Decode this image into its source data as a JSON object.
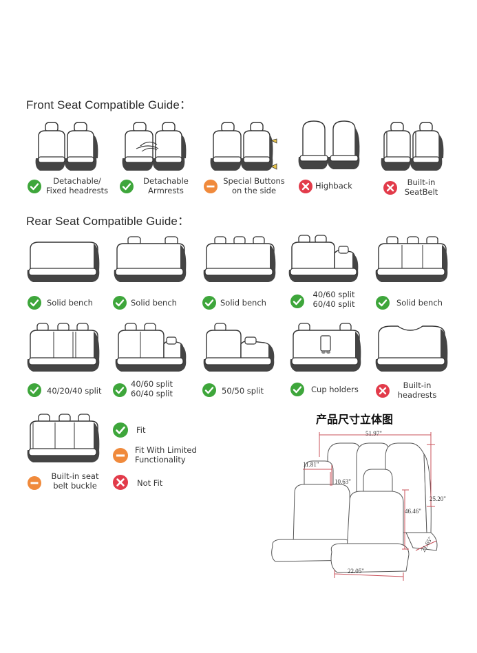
{
  "front": {
    "title": "Front Seat Compatible Guide：",
    "items": [
      {
        "label": "Detachable/\nFixed headrests",
        "status": "fit"
      },
      {
        "label": "Detachable\nArmrests",
        "status": "fit"
      },
      {
        "label": "Special Buttons\non the side",
        "status": "limited"
      },
      {
        "label": "Highback",
        "status": "notfit"
      },
      {
        "label": "Built-in\nSeatBelt",
        "status": "notfit"
      }
    ]
  },
  "rear": {
    "title": "Rear Seat Compatible Guide：",
    "row1": [
      {
        "label": "Solid bench",
        "status": "fit"
      },
      {
        "label": "Solid bench",
        "status": "fit"
      },
      {
        "label": "Solid bench",
        "status": "fit"
      },
      {
        "label": "40/60 split\n60/40 split",
        "status": "fit"
      },
      {
        "label": "Solid bench",
        "status": "fit"
      }
    ],
    "row2": [
      {
        "label": "40/20/40 split",
        "status": "fit"
      },
      {
        "label": "40/60 split\n60/40 split",
        "status": "fit"
      },
      {
        "label": "50/50 split",
        "status": "fit"
      },
      {
        "label": "Cup holders",
        "status": "fit"
      },
      {
        "label": "Built-in\nheadrests",
        "status": "notfit"
      }
    ],
    "row3": [
      {
        "label": "Built-in seat\nbelt buckle",
        "status": "limited"
      }
    ]
  },
  "legend": {
    "fit": "Fit",
    "limited": "Fit With Limited\nFunctionality",
    "notfit": "Not Fit"
  },
  "dimensions": {
    "title": "产品尺寸立体图",
    "width_total": "51.97\"",
    "headrest_width": "11.81\"",
    "headrest_height": "10.63\"",
    "rear_height": "25.20\"",
    "front_height": "46.46\"",
    "side_depth": "21.65\"",
    "seat_width": "22.05\""
  },
  "colors": {
    "fit": "#3ea63b",
    "limited": "#f08a3c",
    "notfit": "#e23b4a",
    "dim_line": "#c8505a"
  }
}
